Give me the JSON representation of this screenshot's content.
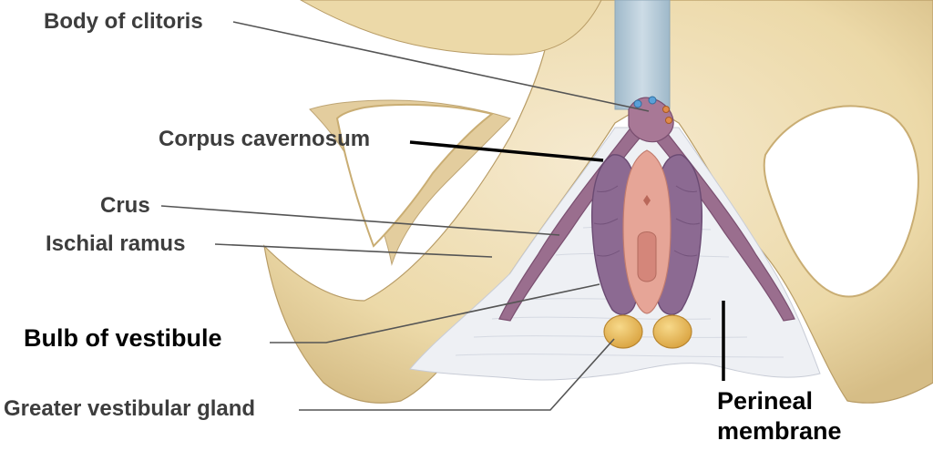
{
  "labels": {
    "body_of_clitoris": "Body of clitoris",
    "corpus_cavernosum": "Corpus cavernosum",
    "crus": "Crus",
    "ischial_ramus": "Ischial ramus",
    "bulb_of_vestibule": "Bulb of vestibule",
    "greater_vestibular_gland": "Greater vestibular gland",
    "perineal_membrane_line1": "Perineal",
    "perineal_membrane_line2": "membrane"
  },
  "colors": {
    "bone": "#ecd9a8",
    "bone_shadow": "#d6bd86",
    "bone_highlight": "#f6ead0",
    "erectile_tissue": "#9a6e8e",
    "erectile_dark": "#7a4f70",
    "mucosa": "#e6a597",
    "membrane": "#eef0f4",
    "gland": "#e9b857",
    "vessel": "#b4cad8"
  }
}
